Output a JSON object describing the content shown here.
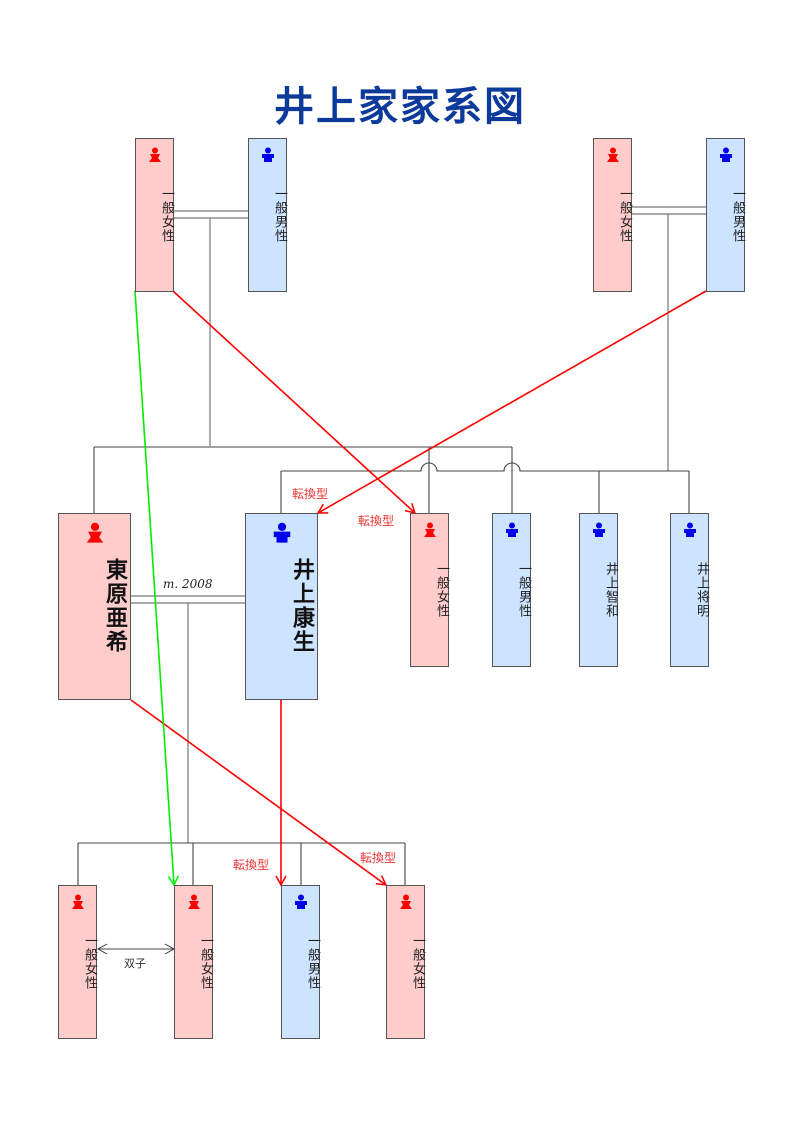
{
  "title": "井上家家系図",
  "colors": {
    "title": "#0b3a9a",
    "female_fill": "#ffcccc",
    "male_fill": "#cce4ff",
    "female_icon": "#ff0000",
    "male_icon": "#0000ee",
    "transposition_arrow": "#ff0000",
    "green_arrow": "#00ee00",
    "line": "#555555"
  },
  "people": [
    {
      "id": "gp1-f",
      "name": "一般女性",
      "sex": "female",
      "icon": "female-person-icon"
    },
    {
      "id": "gp1-m",
      "name": "一般男性",
      "sex": "male",
      "icon": "male-person-icon"
    },
    {
      "id": "gp2-f",
      "name": "一般女性",
      "sex": "female",
      "icon": "female-person-icon"
    },
    {
      "id": "gp2-m",
      "name": "一般男性",
      "sex": "male",
      "icon": "male-person-icon"
    },
    {
      "id": "wife",
      "name": "東原亜希",
      "sex": "female",
      "icon": "female-person-icon",
      "emphasis": true
    },
    {
      "id": "husband",
      "name": "井上康生",
      "sex": "male",
      "icon": "male-person-icon",
      "emphasis": true
    },
    {
      "id": "sib1",
      "name": "一般女性",
      "sex": "female",
      "icon": "female-person-icon"
    },
    {
      "id": "sib2",
      "name": "一般男性",
      "sex": "male",
      "icon": "male-person-icon"
    },
    {
      "id": "sib3",
      "name": "井上智和",
      "sex": "male",
      "icon": "male-person-icon"
    },
    {
      "id": "sib4",
      "name": "井上将明",
      "sex": "male",
      "icon": "male-person-icon"
    },
    {
      "id": "child1",
      "name": "一般女性",
      "sex": "female",
      "icon": "female-person-icon"
    },
    {
      "id": "child2",
      "name": "一般女性",
      "sex": "female",
      "icon": "female-person-icon"
    },
    {
      "id": "child3",
      "name": "一般男性",
      "sex": "male",
      "icon": "male-person-icon"
    },
    {
      "id": "child4",
      "name": "一般女性",
      "sex": "female",
      "icon": "female-person-icon"
    }
  ],
  "labels": {
    "marriage": "m. 2008",
    "twins": "双子",
    "transposition": "転換型"
  },
  "relations": [
    {
      "type": "marriage",
      "between": [
        "gp1-f",
        "gp1-m"
      ]
    },
    {
      "type": "marriage",
      "between": [
        "gp2-f",
        "gp2-m"
      ]
    },
    {
      "type": "marriage",
      "between": [
        "wife",
        "husband"
      ],
      "label": "m. 2008"
    },
    {
      "type": "children",
      "parents": [
        "gp1-f",
        "gp1-m"
      ],
      "children": [
        "wife",
        "sib1",
        "sib2"
      ]
    },
    {
      "type": "children",
      "parents": [
        "gp2-f",
        "gp2-m"
      ],
      "children": [
        "husband",
        "sib3",
        "sib4"
      ]
    },
    {
      "type": "children",
      "parents": [
        "wife",
        "husband"
      ],
      "children": [
        "child1",
        "child2",
        "child3",
        "child4"
      ]
    },
    {
      "type": "twins",
      "between": [
        "child1",
        "child2"
      ],
      "label": "双子"
    },
    {
      "type": "arrow",
      "color": "red",
      "from": "gp1-f",
      "to": "sib1",
      "label": "転換型"
    },
    {
      "type": "arrow",
      "color": "red",
      "from": "gp2-m",
      "to": "husband",
      "label": "転換型"
    },
    {
      "type": "arrow",
      "color": "red",
      "from": "husband",
      "to": "child3",
      "label": "転換型"
    },
    {
      "type": "arrow",
      "color": "red",
      "from": "wife",
      "to": "child4",
      "label": "転換型"
    },
    {
      "type": "arrow",
      "color": "green",
      "from": "gp1-f",
      "to": "child2"
    }
  ]
}
